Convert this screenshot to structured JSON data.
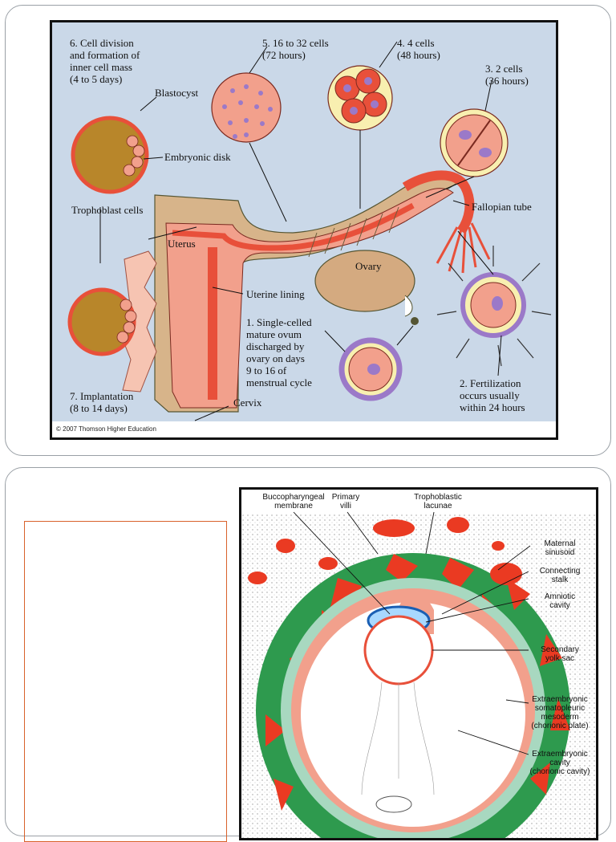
{
  "figure1": {
    "labels": {
      "step6": "6. Cell division\nand formation of\ninner cell mass\n(4 to 5 days)",
      "blastocyst": "Blastocyst",
      "embryonic_disk": "Embryonic disk",
      "trophoblast": "Trophoblast cells",
      "step5": "5. 16 to 32 cells\n(72 hours)",
      "step4": "4. 4 cells\n(48 hours)",
      "step3": "3. 2 cells\n(36 hours)",
      "fallopian": "Fallopian tube",
      "uterus": "Uterus",
      "ovary": "Ovary",
      "uterine_lining": "Uterine lining",
      "step1": "1. Single-celled\nmature ovum\ndischarged by\novary on days\n9 to 16 of\nmenstrual cycle",
      "step2": "2. Fertilization\noccurs usually\nwithin 24 hours",
      "step7": "7. Implantation\n(8 to 14 days)",
      "cervix": "Cervix"
    },
    "copyright": "© 2007 Thomson Higher Education"
  },
  "figure2": {
    "labels": {
      "bucco": "Buccopharyngeal\nmembrane",
      "villi": "Primary\nvilli",
      "lacunae": "Trophoblastic\nlacunae",
      "sinusoid": "Maternal\nsinusoid",
      "stalk": "Connecting\nstalk",
      "amniotic": "Amniotic\ncavity",
      "yolk": "Secondary\nyolk sac",
      "meso": "Extraembryonic\nsomatopleuric\nmesoderm\n(chorionic plate)",
      "cavity": "Extraembryonic\ncavity\n(chorionic cavity)"
    }
  },
  "colors": {
    "background_fig1": "#cad8e8",
    "tissue_red": "#e8503a",
    "tissue_pink": "#f2a08c",
    "blastocyst_brown": "#b8862a",
    "ovary_tan": "#d4aa80",
    "cell_purple": "#9b79c8",
    "green_tissue": "#2e9a4e",
    "blood_red": "#ea3a22",
    "textbox_border": "#d9622b"
  }
}
